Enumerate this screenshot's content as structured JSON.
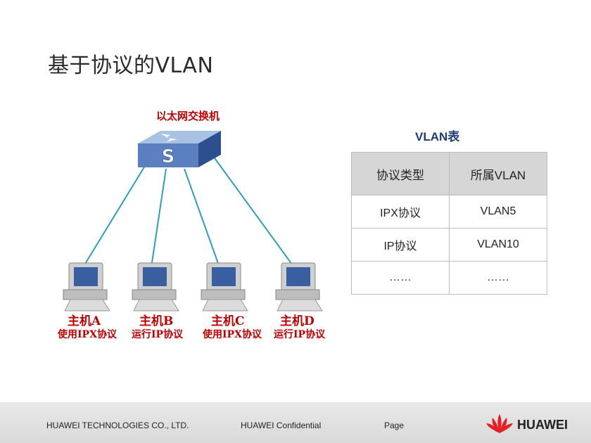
{
  "slide": {
    "title": "基于协议的VLAN",
    "switch_label": "以太网交换机",
    "switch_glyph": "S",
    "vlan_table": {
      "title": "VLAN表",
      "headers": [
        "协议类型",
        "所属VLAN"
      ],
      "rows": [
        [
          "IPX协议",
          "VLAN5"
        ],
        [
          "IP协议",
          "VLAN10"
        ],
        [
          "……",
          "……"
        ]
      ]
    },
    "hosts": [
      {
        "name": "主机A",
        "protocol": "使用IPX协议"
      },
      {
        "name": "主机B",
        "protocol": "运行IP协议"
      },
      {
        "name": "主机C",
        "protocol": "使用IPX协议"
      },
      {
        "name": "主机D",
        "protocol": "运行IP协议"
      }
    ]
  },
  "footer": {
    "company": "HUAWEI TECHNOLOGIES CO., LTD.",
    "confidential": "HUAWEI Confidential",
    "page_label": "Page",
    "brand": "HUAWEI"
  },
  "colors": {
    "link": "#2a9fbf",
    "label_red": "#c00000",
    "table_header": "#d6d6d6",
    "brand_red": "#e41f26"
  }
}
